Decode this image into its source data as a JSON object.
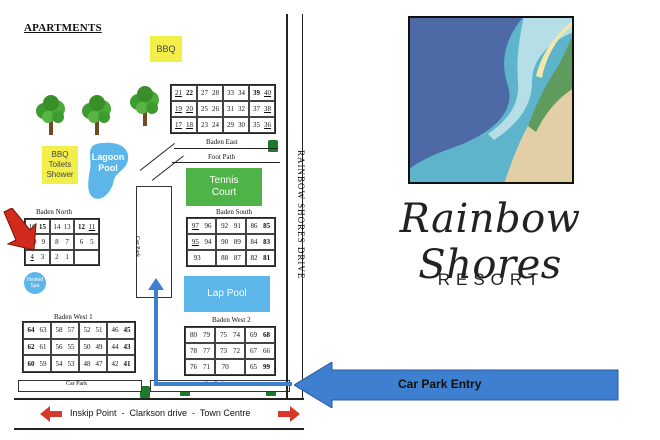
{
  "map": {
    "title": "APARTMENTS",
    "bbq_top": "BBQ",
    "bbq_toilets": [
      "BBQ",
      "Toilets",
      "Shower"
    ],
    "lagoon_pool": [
      "Lagoon",
      "Pool"
    ],
    "tennis_court": [
      "Tennis",
      "Court"
    ],
    "lap_pool": "Lap Pool",
    "heated_spa": [
      "Heated",
      "Spa"
    ],
    "baden_east": "Baden East",
    "foot_path": "Foot Path",
    "baden_north": "Baden North",
    "baden_south": "Baden South",
    "baden_west_1": "Baden West 1",
    "baden_west_2": "Baden West 2",
    "car_park_vertical": "Car Park",
    "car_park_bottom": "Car Park",
    "car_park_entry_small": "Car Park",
    "road_label": "RAINBOW SHORES DRIVE",
    "entry_label": "Car Park Entry",
    "bottom_road": "Inskip Point  -  Clarkson drive  -  Town Centre",
    "top_block": [
      [
        {
          "t": "21",
          "u": true
        },
        {
          "t": "22",
          "b": true
        },
        {
          "t": "27"
        },
        {
          "t": "28"
        },
        {
          "t": "33"
        },
        {
          "t": "34"
        },
        {
          "t": "39",
          "b": true
        },
        {
          "t": "40",
          "u": true
        }
      ],
      [
        {
          "t": "19",
          "u": true
        },
        {
          "t": "20",
          "u": true
        },
        {
          "t": "25"
        },
        {
          "t": "26"
        },
        {
          "t": "31"
        },
        {
          "t": "32"
        },
        {
          "t": "37"
        },
        {
          "t": "38",
          "u": true
        }
      ],
      [
        {
          "t": "17",
          "u": true
        },
        {
          "t": "18",
          "u": true
        },
        {
          "t": "23"
        },
        {
          "t": "24"
        },
        {
          "t": "29"
        },
        {
          "t": "30"
        },
        {
          "t": "35"
        },
        {
          "t": "36",
          "u": true
        }
      ]
    ],
    "north_block": [
      [
        {
          "t": "16"
        },
        {
          "t": "15",
          "b": true
        },
        {
          "t": "14"
        },
        {
          "t": "13"
        },
        {
          "t": "12",
          "b": true
        },
        {
          "t": "11",
          "u": true
        }
      ],
      [
        {
          "t": "10"
        },
        {
          "t": "9"
        },
        {
          "t": "8"
        },
        {
          "t": "7"
        },
        {
          "t": "6"
        },
        {
          "t": "5"
        }
      ],
      [
        {
          "t": "4",
          "u": true
        },
        {
          "t": "3"
        },
        {
          "t": "2"
        },
        {
          "t": "1"
        },
        {
          "t": ""
        },
        {
          "t": ""
        }
      ]
    ],
    "south_block": [
      [
        {
          "t": "97",
          "u": true
        },
        {
          "t": "96"
        },
        {
          "t": "92"
        },
        {
          "t": "91"
        },
        {
          "t": "86"
        },
        {
          "t": "85",
          "b": true
        }
      ],
      [
        {
          "t": "95",
          "u": true
        },
        {
          "t": "94"
        },
        {
          "t": "90"
        },
        {
          "t": "89"
        },
        {
          "t": "84"
        },
        {
          "t": "83",
          "b": true
        }
      ],
      [
        {
          "t": "93"
        },
        {
          "t": ""
        },
        {
          "t": "88"
        },
        {
          "t": "87"
        },
        {
          "t": "82"
        },
        {
          "t": "81",
          "b": true
        }
      ]
    ],
    "west1_block": [
      [
        {
          "t": "64",
          "b": true
        },
        {
          "t": "63"
        },
        {
          "t": "58"
        },
        {
          "t": "57"
        },
        {
          "t": "52"
        },
        {
          "t": "51"
        },
        {
          "t": "46"
        },
        {
          "t": "45",
          "b": true
        }
      ],
      [
        {
          "t": "62",
          "b": true
        },
        {
          "t": "61"
        },
        {
          "t": "56"
        },
        {
          "t": "55"
        },
        {
          "t": "50"
        },
        {
          "t": "49"
        },
        {
          "t": "44"
        },
        {
          "t": "43",
          "b": true
        }
      ],
      [
        {
          "t": "60",
          "b": true
        },
        {
          "t": "59"
        },
        {
          "t": "54"
        },
        {
          "t": "53"
        },
        {
          "t": "48"
        },
        {
          "t": "47"
        },
        {
          "t": "42"
        },
        {
          "t": "41",
          "b": true
        }
      ]
    ],
    "west2_block": [
      [
        {
          "t": "80"
        },
        {
          "t": "79"
        },
        {
          "t": "75"
        },
        {
          "t": "74"
        },
        {
          "t": "69"
        },
        {
          "t": "68",
          "b": true
        }
      ],
      [
        {
          "t": "78"
        },
        {
          "t": "77"
        },
        {
          "t": "73"
        },
        {
          "t": "72"
        },
        {
          "t": "67"
        },
        {
          "t": "66"
        }
      ],
      [
        {
          "t": "76"
        },
        {
          "t": "71"
        },
        {
          "t": "70"
        },
        {
          "t": ""
        },
        {
          "t": "65"
        },
        {
          "t": "99",
          "b": true
        }
      ]
    ]
  },
  "logo": {
    "script_name": "Rainbow Shores",
    "subtitle": "RESORT"
  },
  "colors": {
    "pool_blue": "#5cb6ea",
    "bbq_yellow": "#f3ef4a",
    "tennis_green": "#4fb447",
    "arrow_blue": "#3f7fcf",
    "marker_red": "#d22a1c",
    "logo_navy": "#4e6aa6",
    "logo_sand": "#e3cfa6",
    "logo_teal": "#5eb5cb",
    "logo_green": "#5f9b5c"
  },
  "icons": [
    "tree-icon",
    "bin-icon",
    "arrow-right-icon",
    "arrow-left-icon",
    "arrow-up-icon",
    "red-marker-arrow-icon"
  ]
}
